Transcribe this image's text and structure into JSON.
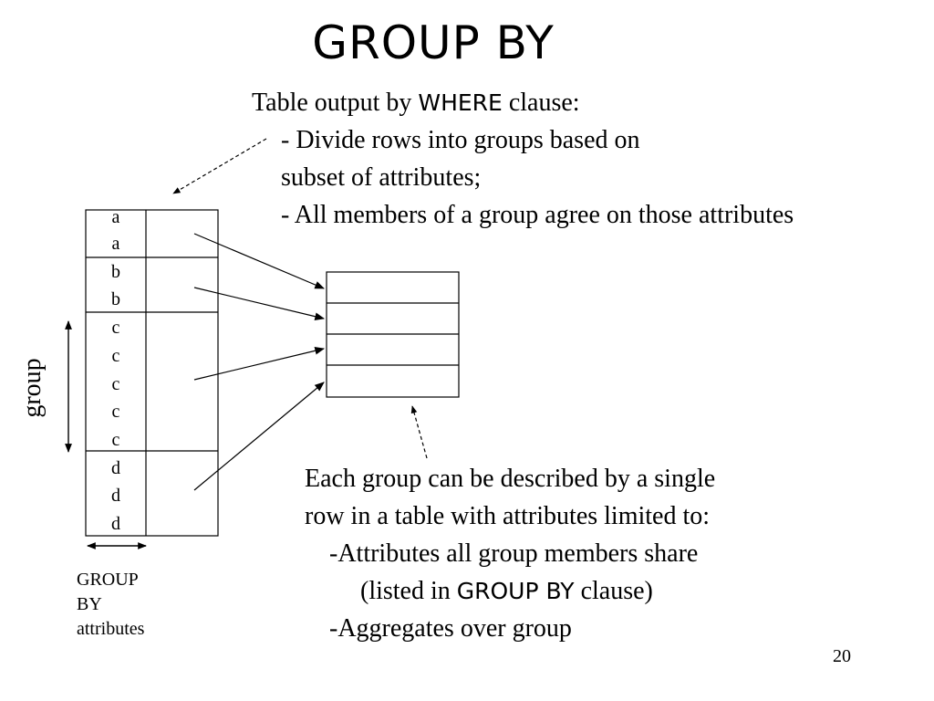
{
  "title": "GROUP BY",
  "top_note": {
    "line1_pre": "Table output by ",
    "line1_kw": "WHERE",
    "line1_post": " clause:",
    "line2": "- Divide rows into groups based on",
    "line3": "subset of attributes;",
    "line4": "- All members of a group agree on those attributes"
  },
  "left_table": {
    "rows": [
      "a",
      "a",
      "b",
      "b",
      "c",
      "c",
      "c",
      "c",
      "c",
      "d",
      "d",
      "d"
    ]
  },
  "group_label": "group",
  "group_by_attributes_label": [
    "GROUP",
    "BY",
    "attributes"
  ],
  "bottom_note": {
    "line1": "Each group can be described by a single",
    "line2": "row in a table with attributes limited to:",
    "line3": "-Attributes all group members share",
    "line4_pre": "(listed in ",
    "line4_kw": "GROUP BY",
    "line4_post": " clause)",
    "line5": "-Aggregates over group"
  },
  "page_number": "20"
}
